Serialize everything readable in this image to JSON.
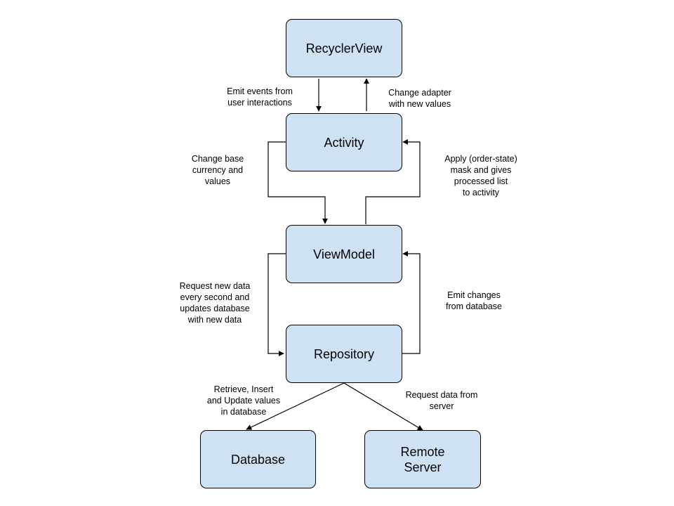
{
  "nodes": {
    "recyclerview": "RecyclerView",
    "activity": "Activity",
    "viewmodel": "ViewModel",
    "repository": "Repository",
    "database": "Database",
    "remote_server": "Remote\nServer"
  },
  "edge_labels": {
    "emit_events": "Emit events from\nuser interactions",
    "change_adapter": "Change adapter\nwith new values",
    "change_base_currency": "Change base\ncurrency and\nvalues",
    "apply_mask": "Apply (order-state)\nmask and gives\nprocessed list\nto activity",
    "request_new_data": "Request new data\nevery second and\nupdates database\nwith new data",
    "emit_changes": "Emit changes\nfrom database",
    "retrieve_insert_update": "Retrieve, Insert\nand Update values\nin database",
    "request_data_server": "Request data from\nserver"
  },
  "colors": {
    "node_fill": "#cfe2f3",
    "stroke": "#000000"
  }
}
